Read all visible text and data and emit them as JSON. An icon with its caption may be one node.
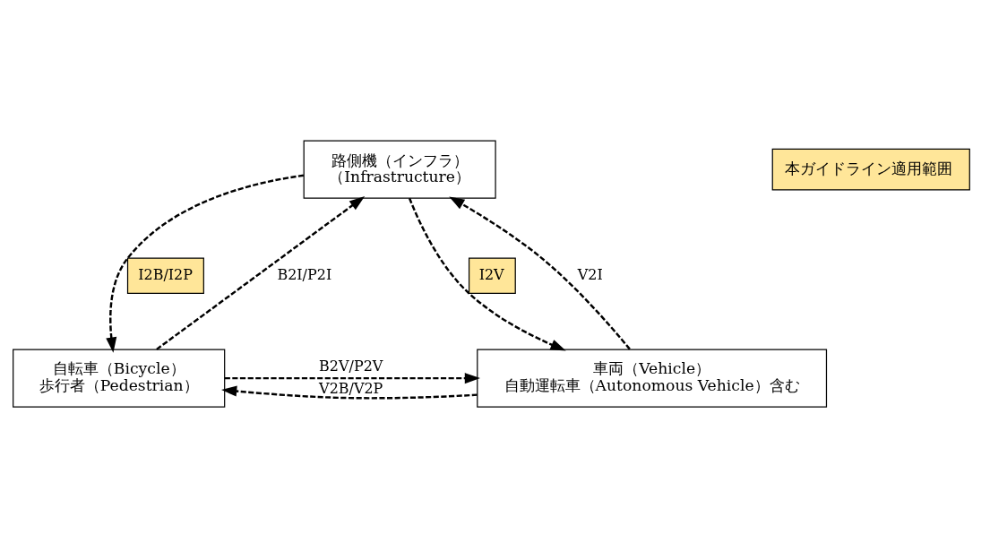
{
  "diagram": {
    "nodes": [
      {
        "text": [
          "路側機（インフラ）",
          "（Infrastructure）"
        ]
      },
      {
        "text": [
          "自転車（Bicycle）",
          "歩行者（Pedestrian）"
        ]
      },
      {
        "text": [
          "車両（Vehicle）",
          "自動運転車（Autonomous Vehicle）含む"
        ]
      }
    ],
    "edges": [
      {
        "from": 1,
        "to": 0,
        "arrow": "to",
        "label": "B2I/P2I",
        "style": "dashed"
      },
      {
        "from": 0,
        "to": 1,
        "arrow": "to",
        "label": "I2B/I2P",
        "style": "dashed"
      },
      {
        "from": 0,
        "to": 2,
        "arrow": "to",
        "label": "I2V",
        "style": "dashed"
      },
      {
        "from": 2,
        "to": 0,
        "arrow": "to",
        "label": "V2I",
        "style": "dashed"
      },
      {
        "from": 1,
        "to": 2,
        "arrow": "to",
        "label": "B2V/P2V",
        "style": "dashed"
      },
      {
        "from": 2,
        "to": 1,
        "arrow": "to",
        "label": "V2B/V2P",
        "style": "dashed"
      }
    ],
    "legend": [
      {
        "text": "本ガイドライン適用範囲",
        "color": "#ffe699"
      }
    ]
  }
}
